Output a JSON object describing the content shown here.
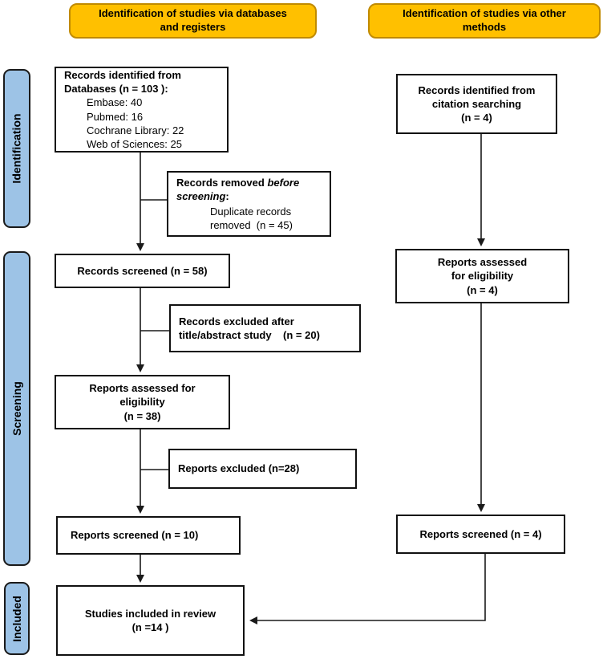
{
  "headers": {
    "left": "Identification of studies via databases\nand registers",
    "right": "Identification of studies via other\nmethods"
  },
  "stages": {
    "identification": "Identification",
    "screening": "Screening",
    "included": "Included"
  },
  "colors": {
    "header_bg": "#FFC000",
    "header_border": "#C08A00",
    "stage_bg": "#9DC3E6",
    "box_border": "#111111",
    "arrow": "#1a1a1a"
  },
  "left_column": {
    "records_identified": {
      "title": "Records identified from\nDatabases (n = 103 ):",
      "sources": [
        "Embase: 40",
        "Pubmed: 16",
        "Cochrane Library: 22",
        "Web of Sciences: 25"
      ]
    },
    "records_removed": {
      "title_prefix": "Records removed ",
      "title_italic": "before screening",
      "title_suffix": ":",
      "detail": "Duplicate records\nremoved  (n = 45)"
    },
    "records_screened": "Records screened (n = 58)",
    "records_excluded": "Records excluded after\ntitle/abstract study    (n = 20)",
    "reports_assessed": "Reports assessed for\neligibility\n(n = 38)",
    "reports_excluded": "Reports excluded (n=28)",
    "reports_screened": "Reports screened (n = 10)",
    "studies_included": "Studies included in review\n(n =14 )"
  },
  "right_column": {
    "records_citation": "Records identified from\ncitation searching\n(n = 4)",
    "reports_assessed": "Reports assessed\nfor eligibility\n(n = 4)",
    "reports_screened": "Reports screened (n = 4)"
  }
}
